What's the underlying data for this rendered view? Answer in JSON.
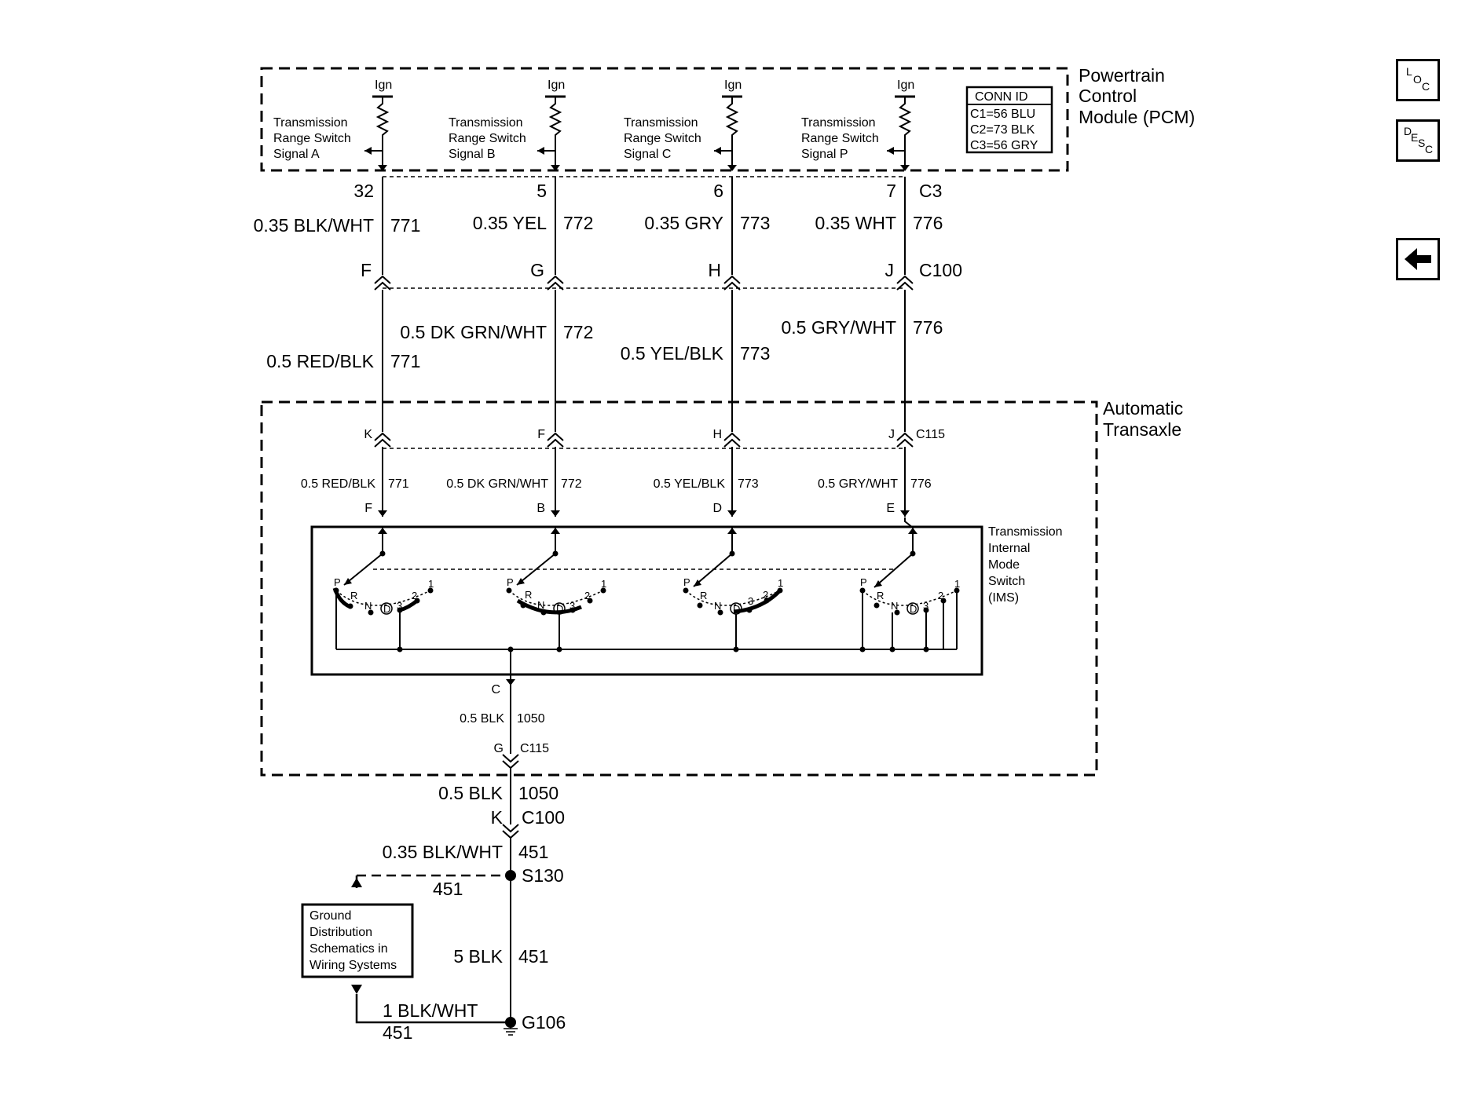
{
  "nav": {
    "loc": [
      "L",
      "O",
      "C"
    ],
    "desc": [
      "D",
      "E",
      "S",
      "C"
    ],
    "back_icon": "left-arrow-icon"
  },
  "pcm": {
    "name_lines": [
      "Powertrain",
      "Control",
      "Module (PCM)"
    ],
    "conn_id": [
      "CONN ID",
      "C1=56 BLU",
      "C2=73 BLK",
      "C3=56 GRY"
    ],
    "ign": "Ign",
    "signals": [
      [
        "Transmission",
        "Range Switch",
        "Signal A"
      ],
      [
        "Transmission",
        "Range Switch",
        "Signal B"
      ],
      [
        "Transmission",
        "Range Switch",
        "Signal C"
      ],
      [
        "Transmission",
        "Range Switch",
        "Signal P"
      ]
    ],
    "pins": [
      "32",
      "5",
      "6",
      "7"
    ],
    "connector": "C3"
  },
  "wires_upper": [
    {
      "label": "0.35 BLK/WHT",
      "circuit": "771"
    },
    {
      "label": "0.35 YEL",
      "circuit": "772"
    },
    {
      "label": "0.35 GRY",
      "circuit": "773"
    },
    {
      "label": "0.35 WHT",
      "circuit": "776"
    }
  ],
  "c100": {
    "pins": [
      "F",
      "G",
      "H",
      "J"
    ],
    "name": "C100"
  },
  "wires_mid": [
    {
      "label": "0.5 RED/BLK",
      "circuit": "771"
    },
    {
      "label": "0.5 DK GRN/WHT",
      "circuit": "772"
    },
    {
      "label": "0.5 YEL/BLK",
      "circuit": "773"
    },
    {
      "label": "0.5 GRY/WHT",
      "circuit": "776"
    }
  ],
  "transaxle": {
    "name_lines": [
      "Automatic",
      "Transaxle"
    ],
    "c115_pins": [
      "K",
      "F",
      "H",
      "J"
    ],
    "c115": "C115",
    "wires": [
      {
        "label": "0.5 RED/BLK",
        "circuit": "771"
      },
      {
        "label": "0.5 DK GRN/WHT",
        "circuit": "772"
      },
      {
        "label": "0.5 YEL/BLK",
        "circuit": "773"
      },
      {
        "label": "0.5 GRY/WHT",
        "circuit": "776"
      }
    ],
    "switch_pins": [
      "F",
      "B",
      "D",
      "E"
    ],
    "ims_lines": [
      "Transmission",
      "Internal",
      "Mode",
      "Switch",
      "(IMS)"
    ],
    "positions": [
      "P",
      "R",
      "N",
      "D",
      "3",
      "2",
      "1"
    ],
    "ground_pin": "C",
    "ground_wire": {
      "label": "0.5 BLK",
      "circuit": "1050"
    },
    "c115_ground_pin": "G"
  },
  "ground": {
    "wire1": {
      "label": "0.5 BLK",
      "circuit": "1050"
    },
    "c100_pin": "K",
    "c100": "C100",
    "wire2": {
      "label": "0.35 BLK/WHT",
      "circuit": "451"
    },
    "splice": "S130",
    "branch_circuit": "451",
    "box_lines": [
      "Ground",
      "Distribution",
      "Schematics in",
      "Wiring Systems"
    ],
    "wire3": {
      "label": "5 BLK",
      "circuit": "451"
    },
    "wire4": {
      "label": "1 BLK/WHT",
      "circuit": "451"
    },
    "ground_point": "G106"
  }
}
